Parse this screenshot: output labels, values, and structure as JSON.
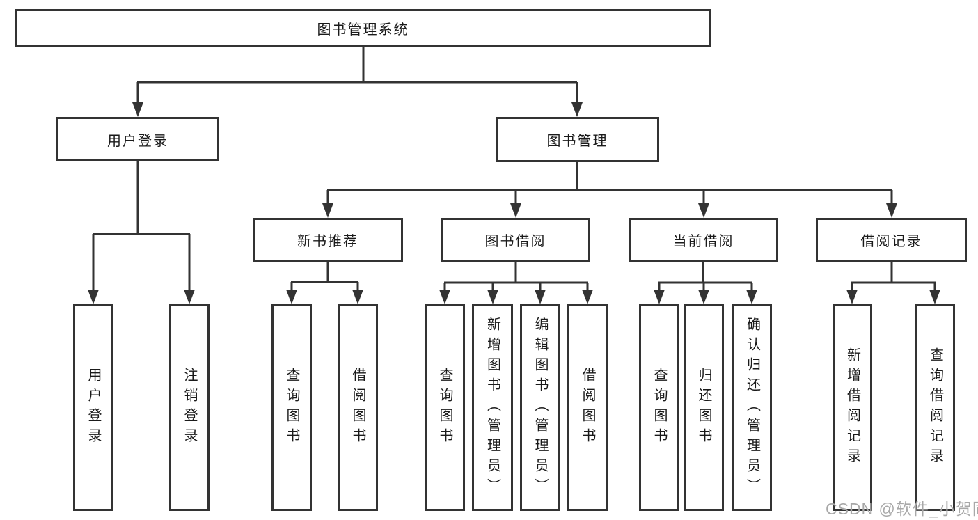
{
  "diagram": {
    "title": "图书管理系统",
    "nodes": {
      "root": "图书管理系统",
      "level1": [
        "用户登录",
        "图书管理"
      ],
      "level2": [
        "新书推荐",
        "图书借阅",
        "当前借阅",
        "借阅记录"
      ],
      "leaves": {
        "user_login": [
          "用户登录",
          "注销登录"
        ],
        "new_book_recommend": [
          "查询图书",
          "借阅图书"
        ],
        "book_borrow": [
          "查询图书",
          "新增图书（管理员）",
          "编辑图书（管理员）",
          "借阅图书"
        ],
        "current_borrow": [
          "查询图书",
          "归还图书",
          "确认归还（管理员）"
        ],
        "borrow_record": [
          "新增借阅记录",
          "查询借阅记录"
        ]
      }
    },
    "hierarchy_note": "图书管理系统 → 用户登录(用户登录/注销登录); 图书管理 → 新书推荐(查询图书/借阅图书), 图书借阅(查询图书/新增图书(管理员)/编辑图书(管理员)/借阅图书), 当前借阅(查询图书/归还图书/确认归还(管理员)), 借阅记录(新增借阅记录/查询借阅记录)",
    "colors": {
      "line": "#333333",
      "box_border": "#333333",
      "box_background": "#ffffff",
      "text": "#1a1a1a",
      "watermark": "#a8a8a8",
      "page_background": "#ffffff"
    },
    "watermark": "CSDN @软件_小贺同学"
  }
}
